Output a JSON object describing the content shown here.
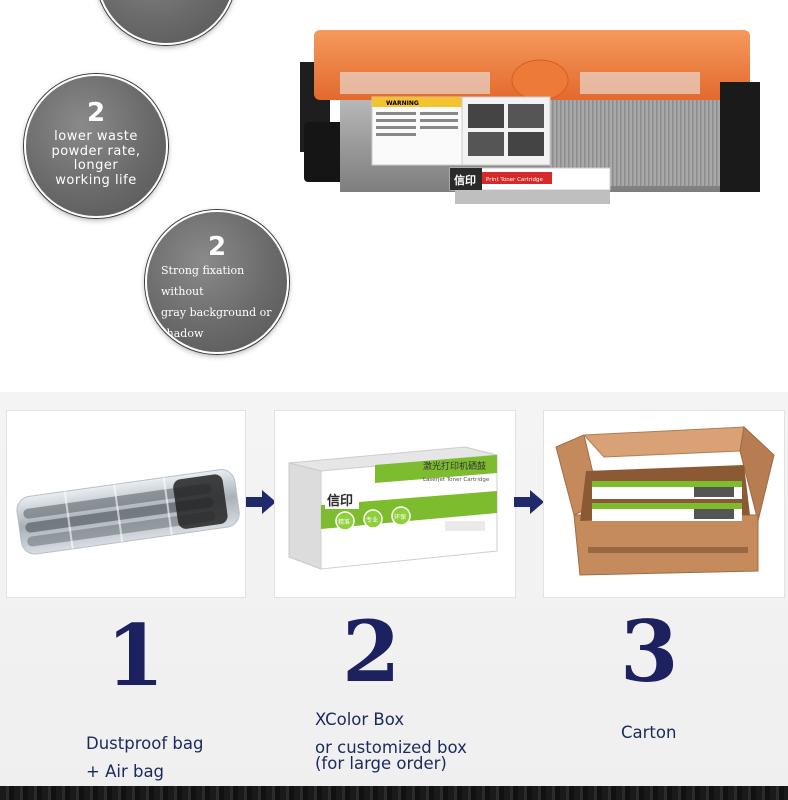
{
  "features": {
    "item2": {
      "number": "2",
      "lines": [
        "lower waste",
        "powder rate,",
        "longer",
        "working life"
      ]
    },
    "item3": {
      "number": "2",
      "lines": [
        "Strong fixation without",
        "gray background or",
        "shadow"
      ]
    }
  },
  "cartridge": {
    "brand_label": "信印",
    "band_label": "Print Toner Cartridge",
    "warning_label": "WARNING"
  },
  "packaging": {
    "box_brand": "信印",
    "box_chinese_title": "激光打印机硒鼓",
    "box_english_title": "Laserjet Toner Cartridge",
    "box_badges": [
      "精准",
      "专业",
      "环保"
    ],
    "steps": [
      {
        "number": "1",
        "lines": [
          "Dustproof bag",
          "+ Air bag"
        ]
      },
      {
        "number": "2",
        "lines": [
          "XColor Box",
          "or customized box",
          "(for large order)"
        ]
      },
      {
        "number": "3",
        "lines": [
          "Carton"
        ]
      }
    ]
  },
  "colors": {
    "accent_orange": "#f07a3c",
    "number_navy": "#1e2160",
    "arrow_navy": "#1f2a6b",
    "circle_gray": "#6a6a6a",
    "box_green": "#7dbb2f"
  }
}
